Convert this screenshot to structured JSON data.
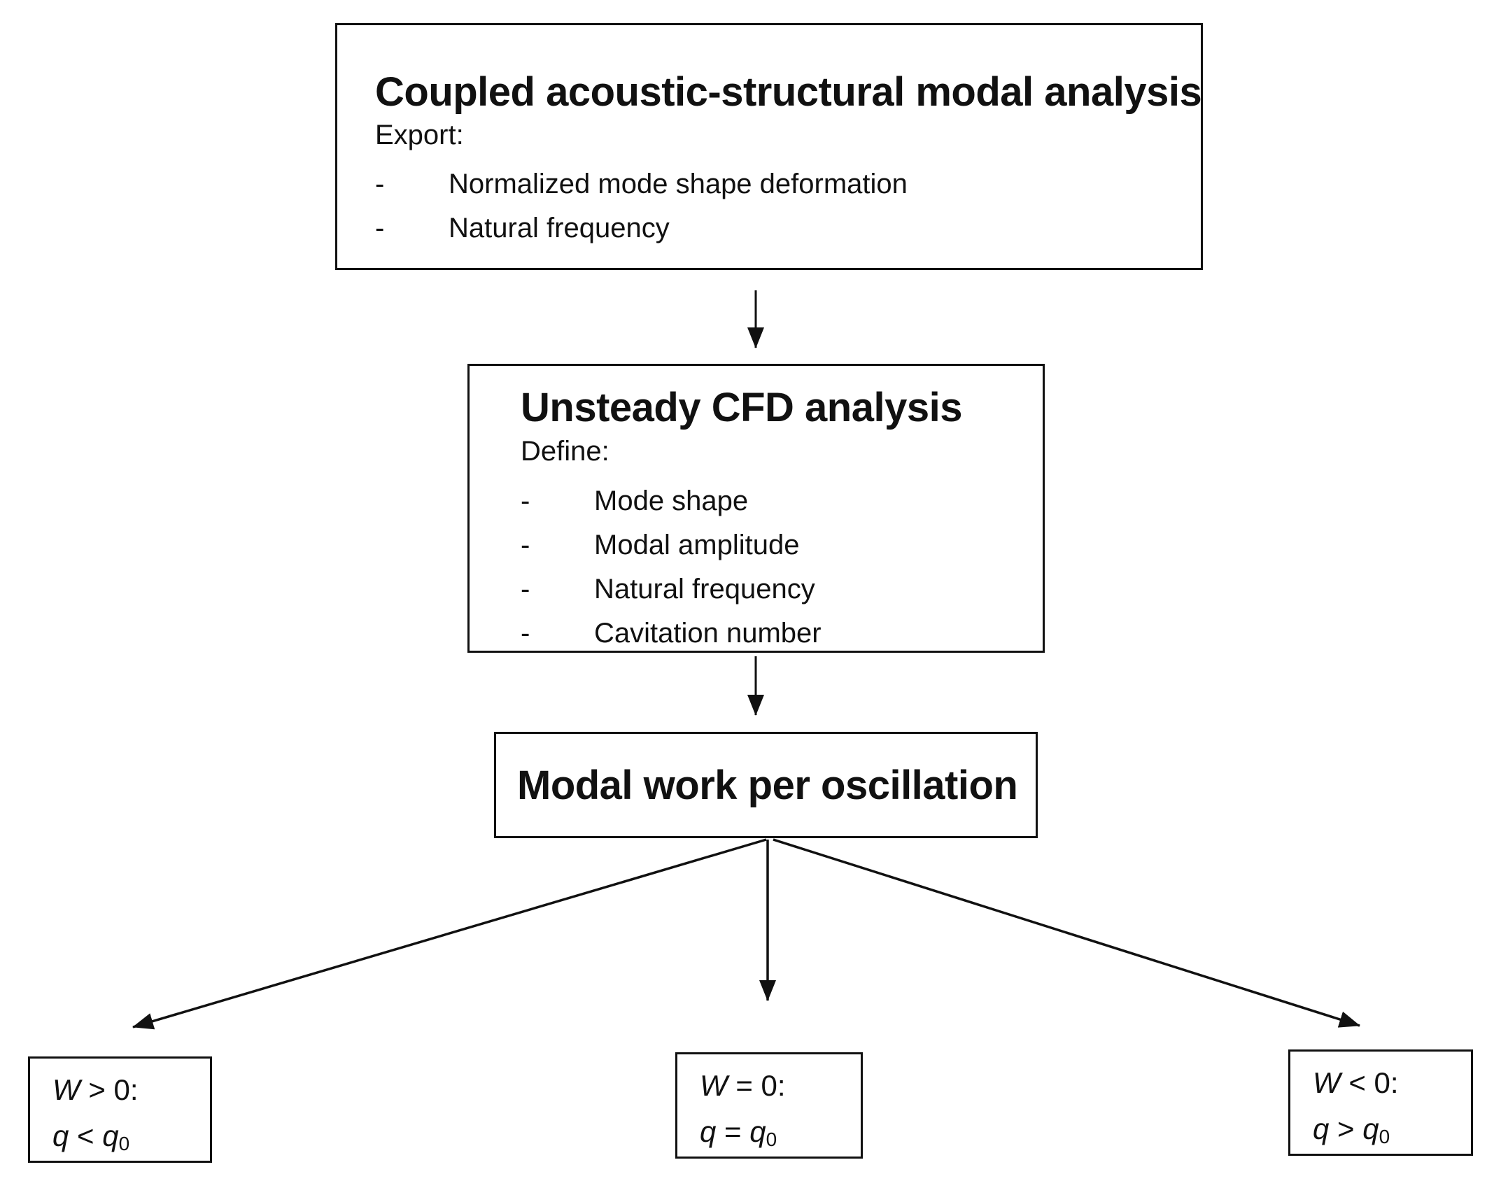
{
  "steps": [
    {
      "title": "Coupled acoustic-structural modal analysis",
      "heading": "Export:",
      "items": [
        "Normalized mode shape deformation",
        "Natural frequency"
      ]
    },
    {
      "title": "Unsteady CFD analysis",
      "heading": "Define:",
      "items": [
        "Mode shape",
        "Modal amplitude",
        "Natural frequency",
        "Cavitation number"
      ]
    },
    {
      "title": "Modal work per oscillation"
    }
  ],
  "bullet": "-",
  "outcomes": [
    {
      "w_var": "W",
      "w_rel": " > 0:",
      "q_var": "q",
      "q_rel": " < ",
      "q_ref": "q",
      "q_ref_sub": "0"
    },
    {
      "w_var": "W",
      "w_rel": " = 0:",
      "q_var": "q",
      "q_rel": " = ",
      "q_ref": "q",
      "q_ref_sub": "0"
    },
    {
      "w_var": "W",
      "w_rel": " < 0:",
      "q_var": "q",
      "q_rel": " > ",
      "q_ref": "q",
      "q_ref_sub": "0"
    }
  ],
  "colors": {
    "line": "#111111",
    "background": "#ffffff"
  }
}
